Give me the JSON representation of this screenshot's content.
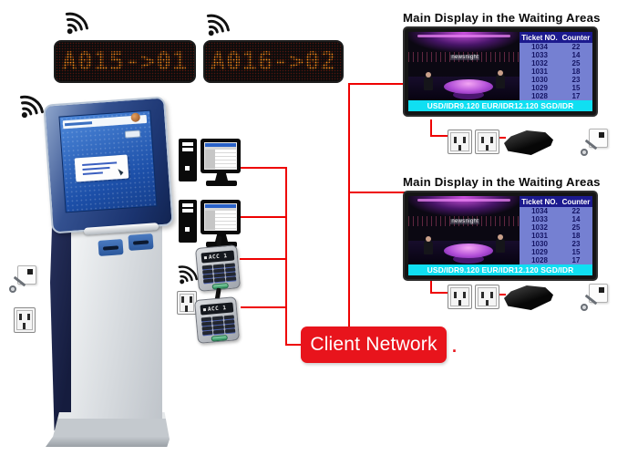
{
  "led_displays": [
    {
      "text": "A015->01"
    },
    {
      "text": "A016->02"
    }
  ],
  "waiting_area_display": {
    "title": "Main Display in the Waiting Areas",
    "channel_logo": "newsnight",
    "table": {
      "header_ticket": "Ticket NO.",
      "header_counter": "Counter",
      "rows": [
        {
          "ticket": "1034",
          "counter": "22"
        },
        {
          "ticket": "1033",
          "counter": "14"
        },
        {
          "ticket": "1032",
          "counter": "25"
        },
        {
          "ticket": "1031",
          "counter": "18"
        },
        {
          "ticket": "1030",
          "counter": "23"
        },
        {
          "ticket": "1029",
          "counter": "15"
        },
        {
          "ticket": "1028",
          "counter": "17"
        }
      ]
    },
    "ticker": "USD/IDR9.120 EUR/IDR12.120 SGD/IDR"
  },
  "keypad": {
    "display_text": "ACC 1"
  },
  "client_network": {
    "label": "Client Network",
    "trailing_mark": "."
  },
  "colors": {
    "connection_line": "#ee0202",
    "client_network_bg": "#e8141c",
    "led_text": "#ff8a1a",
    "ticker_bg": "#10dff2",
    "table_header_bg": "#1c1a8e",
    "table_row_bg": "#7580d2"
  }
}
